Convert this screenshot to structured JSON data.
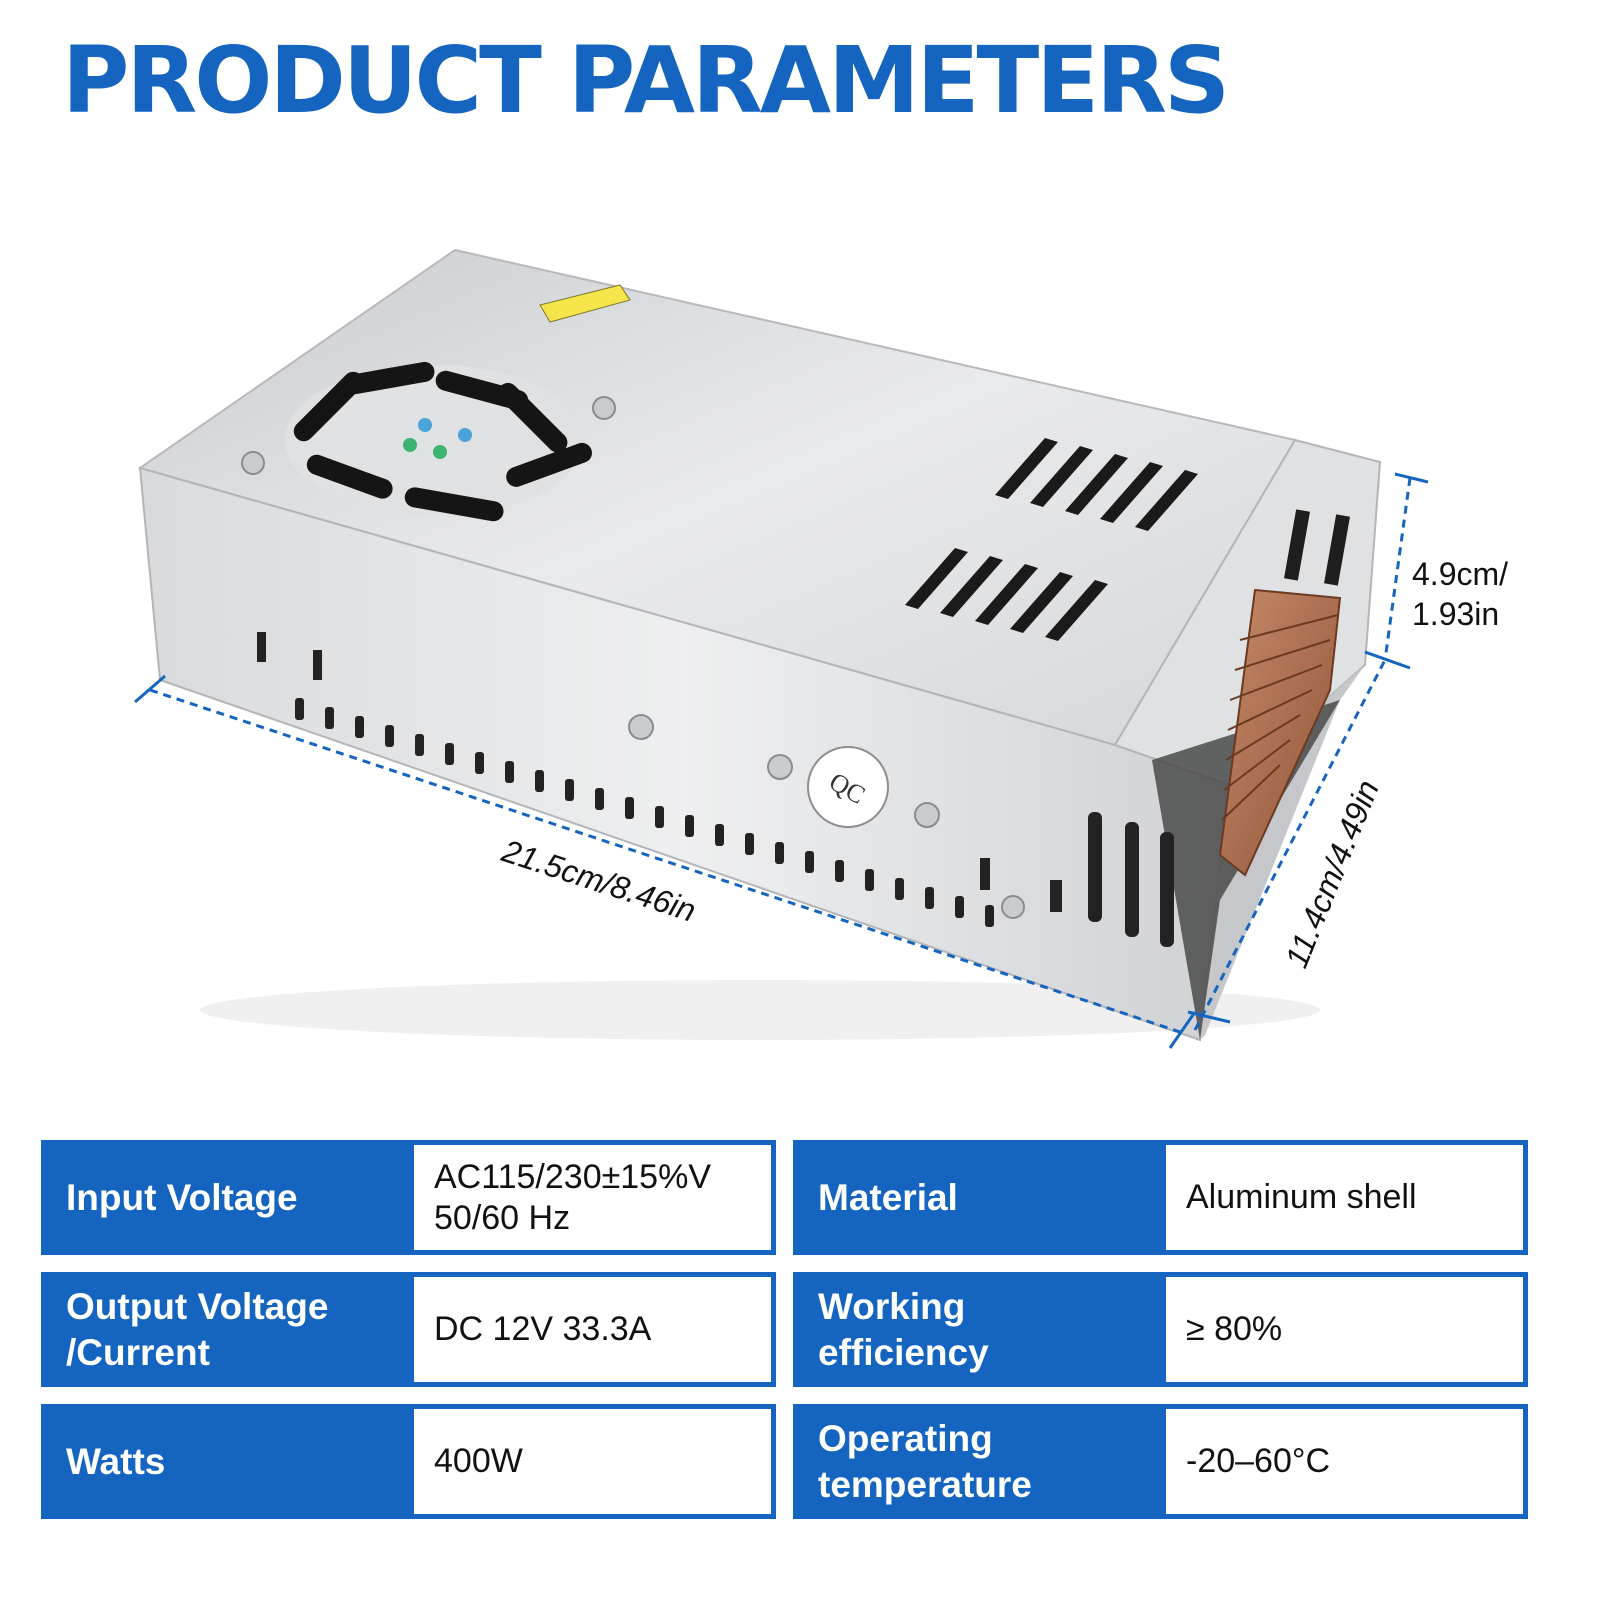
{
  "title": "PRODUCT PARAMETERS",
  "product": {
    "dimensions": {
      "height": "4.9cm/\n1.93in",
      "length": "21.5cm/8.46in",
      "width": "11.4cm/4.49in"
    },
    "accent_color": "#1565c0"
  },
  "specs": {
    "left": [
      {
        "label": "Input Voltage",
        "value": "AC115/230±15%V\n50/60 Hz"
      },
      {
        "label": "Output Voltage\n/Current",
        "value": "DC 12V 33.3A"
      },
      {
        "label": "Watts",
        "value": "400W"
      }
    ],
    "right": [
      {
        "label": "Material",
        "value": "Aluminum shell"
      },
      {
        "label": "Working\nefficiency",
        "value": "≥ 80%"
      },
      {
        "label": "Operating\ntemperature",
        "value": "-20–60°C"
      }
    ]
  }
}
